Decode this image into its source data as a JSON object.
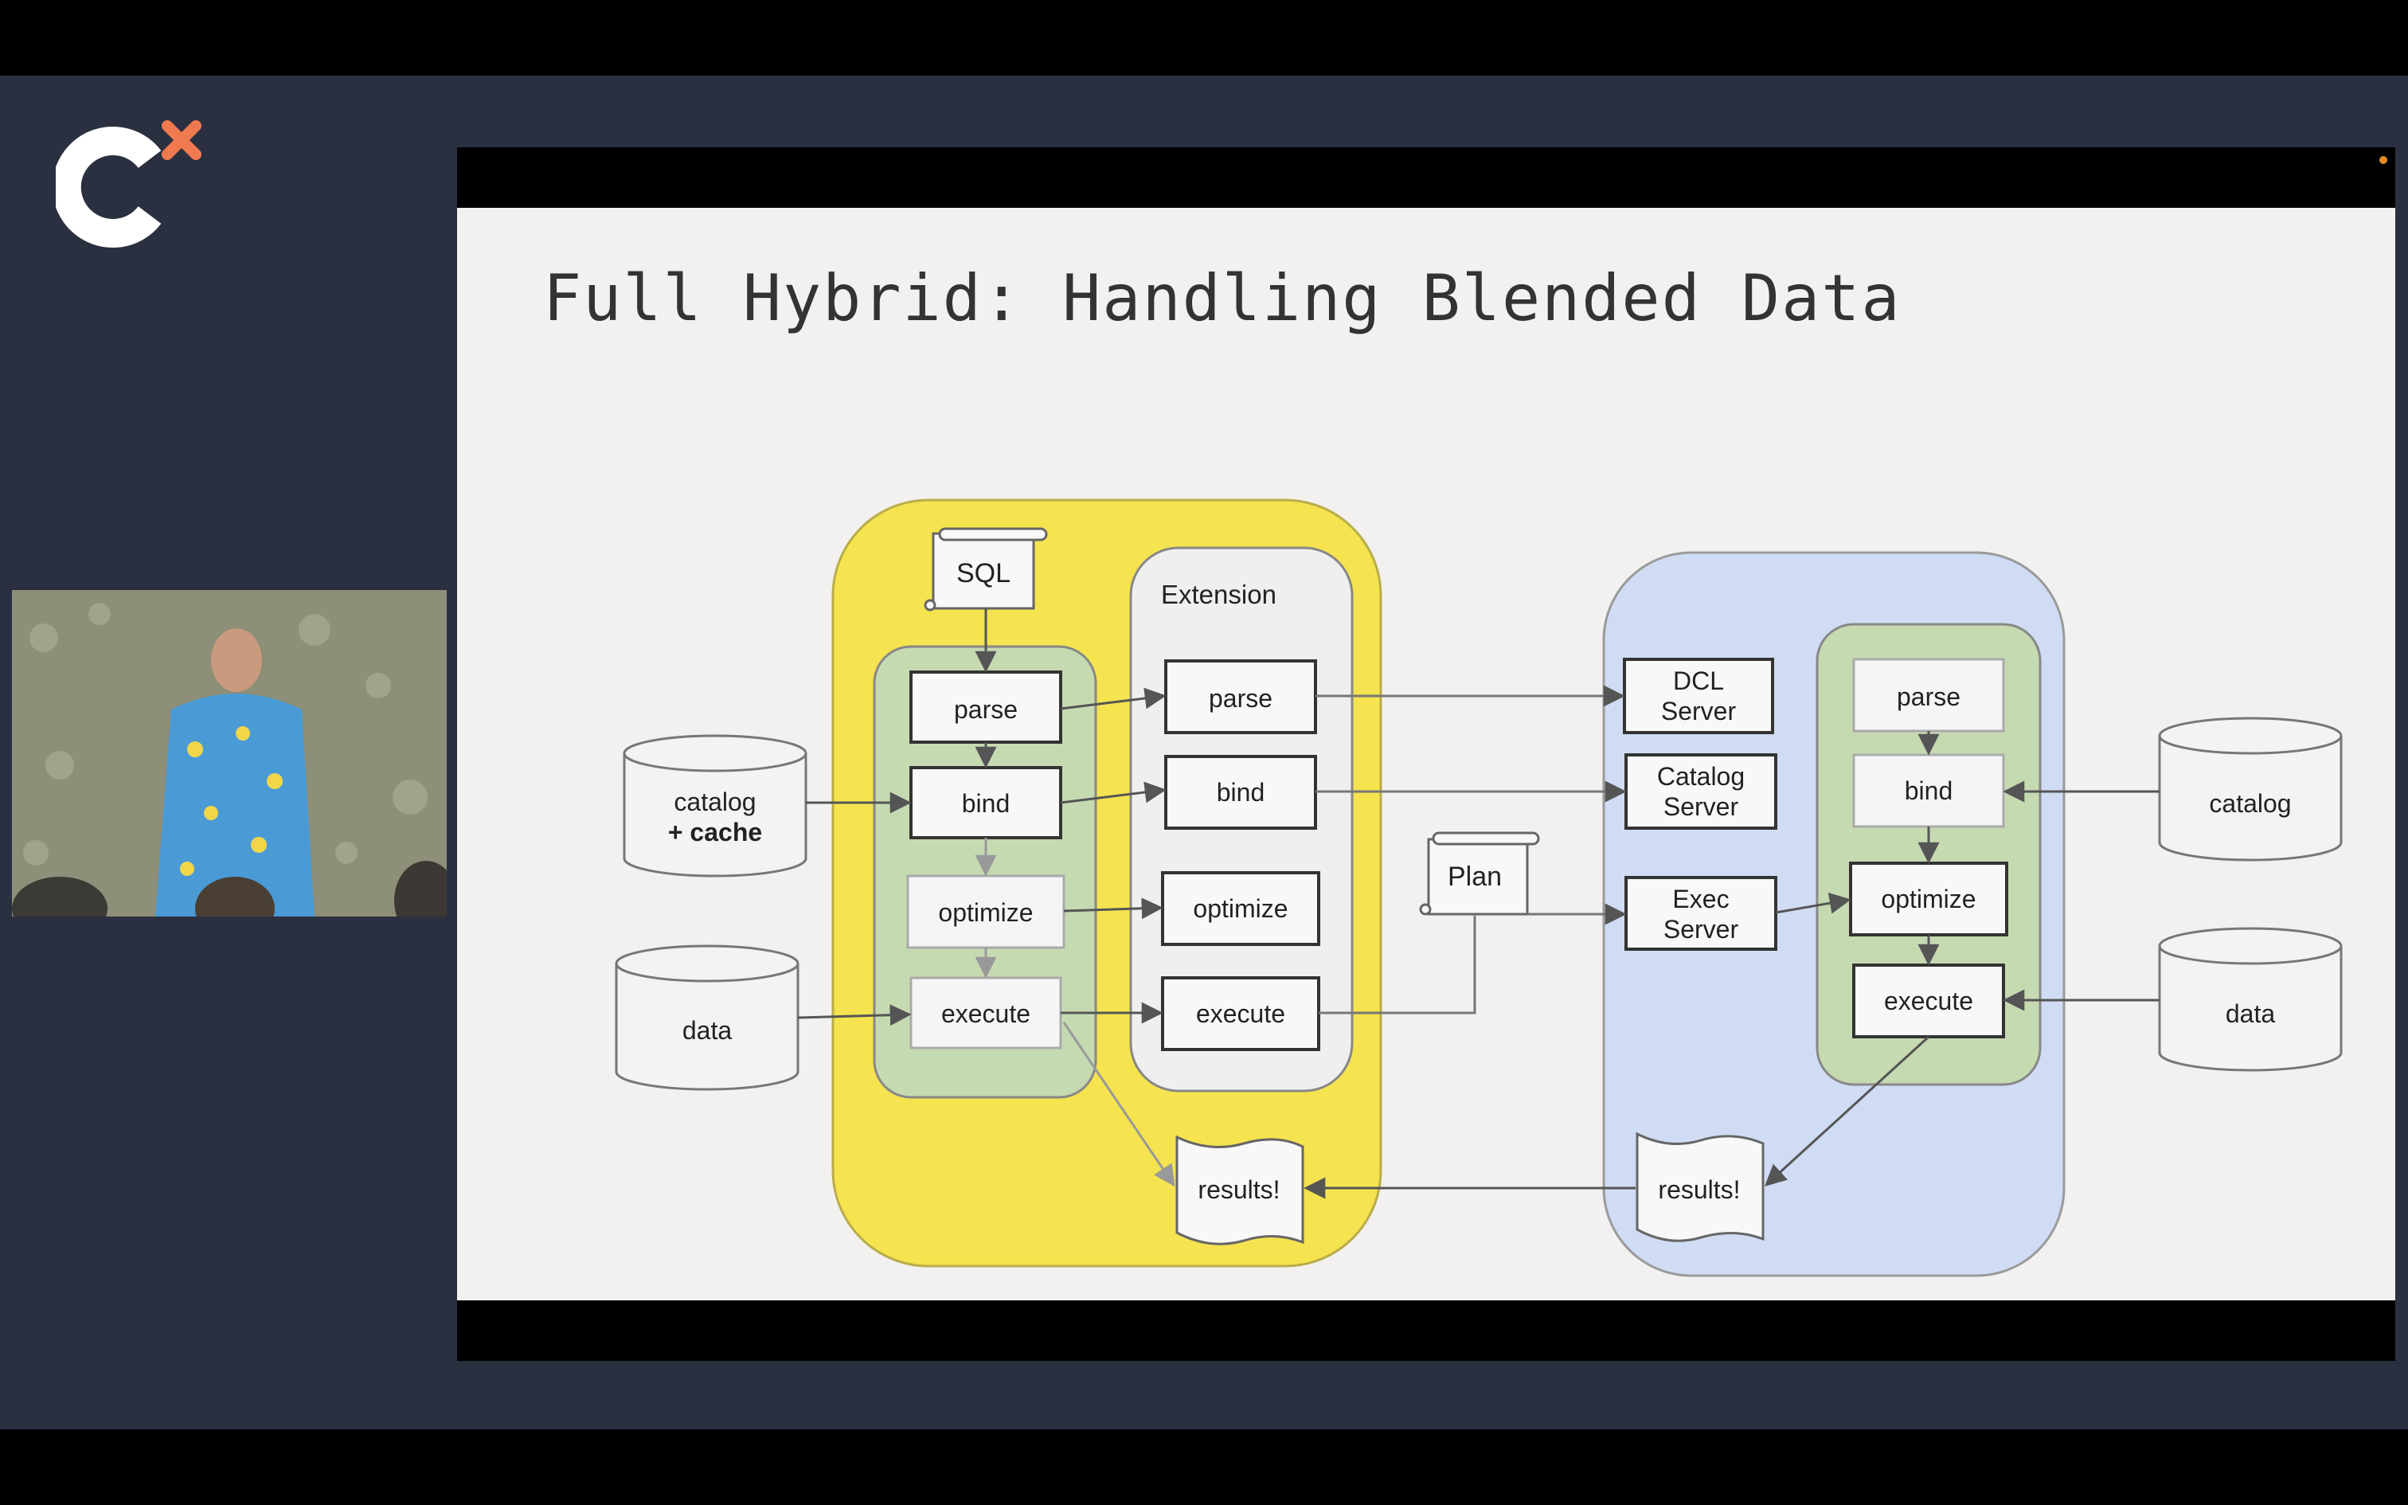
{
  "slide": {
    "title": "Full Hybrid: Handling Blended Data"
  },
  "diagram": {
    "sql_label": "SQL",
    "extension_label": "Extension",
    "plan_label": "Plan",
    "local_pipeline": [
      "parse",
      "bind",
      "optimize",
      "execute"
    ],
    "extension_pipeline": [
      "parse",
      "bind",
      "optimize",
      "execute"
    ],
    "remote_pipeline": [
      "parse",
      "bind",
      "optimize",
      "execute"
    ],
    "servers": {
      "dcl": [
        "DCL",
        "Server"
      ],
      "catalog": [
        "Catalog",
        "Server"
      ],
      "exec": [
        "Exec",
        "Server"
      ]
    },
    "left_catalog": [
      "catalog",
      "+ cache"
    ],
    "left_data": "data",
    "right_catalog": "catalog",
    "right_data": "data",
    "results_local": "results!",
    "results_remote": "results!",
    "colors": {
      "local_region": "#f5e34f",
      "remote_region": "#cfdcf4",
      "pipeline_group": "#c6dab2",
      "extension_region": "#efefef"
    }
  }
}
